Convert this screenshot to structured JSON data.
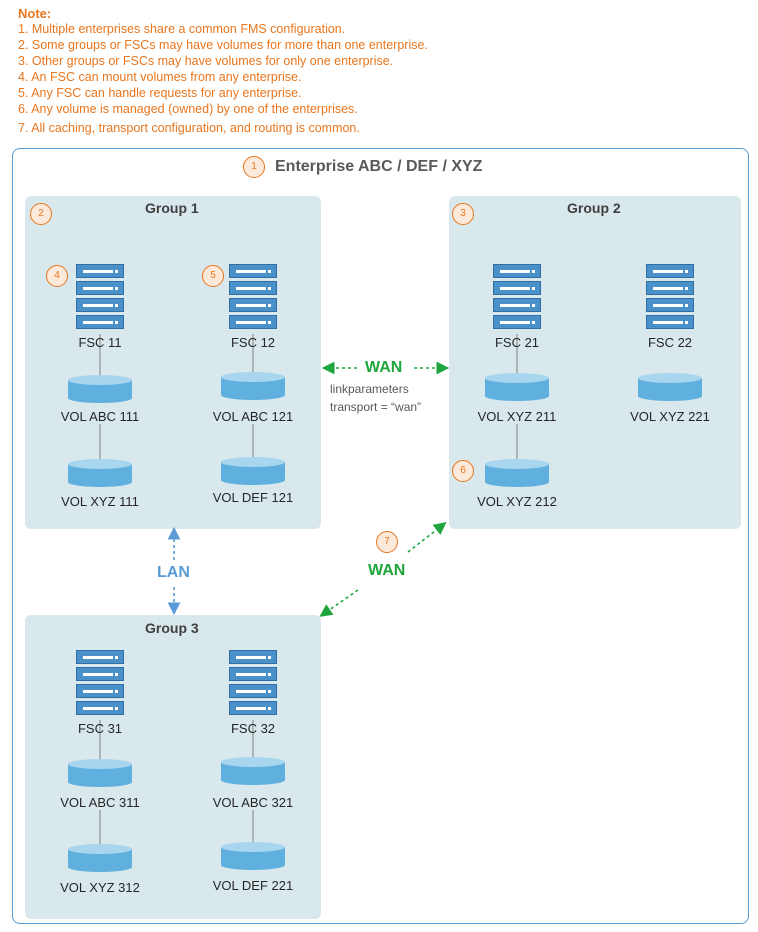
{
  "colors": {
    "note_orange": "#e8761e",
    "group_bg": "#d9e8ec",
    "enterprise_border": "#5b9bd5",
    "server_blue": "#4a90c9",
    "disk_blue": "#5fb0de",
    "wan_green": "#1ea63c",
    "lan_blue": "#5b9bd5"
  },
  "notes": {
    "title": "Note:",
    "items": [
      "1. Multiple enterprises share a common FMS configuration.",
      "2. Some groups or FSCs may have volumes for more than one enterprise.",
      "3. Other groups or FSCs may have volumes for only one enterprise.",
      "4. An FSC can mount volumes from any enterprise.",
      "5. Any FSC can handle requests for any enterprise.",
      "6. Any volume is managed (owned) by one of the enterprises.",
      "7. All caching, transport configuration, and routing is common."
    ]
  },
  "enterprise": {
    "badge": "1",
    "title": "Enterprise ABC / DEF / XYZ"
  },
  "groups": {
    "g1": {
      "title": "Group 1",
      "badge": "2"
    },
    "g2": {
      "title": "Group 2",
      "badge": "3"
    },
    "g3": {
      "title": "Group 3"
    }
  },
  "fsc": {
    "fsc11": {
      "label": "FSC 11",
      "badge": "4"
    },
    "fsc12": {
      "label": "FSC 12",
      "badge": "5"
    },
    "fsc21": {
      "label": "FSC 21"
    },
    "fsc22": {
      "label": "FSC 22"
    },
    "fsc31": {
      "label": "FSC 31"
    },
    "fsc32": {
      "label": "FSC 32"
    }
  },
  "vol": {
    "abc111": "VOL ABC 111",
    "xyz111": "VOL XYZ 111",
    "abc121": "VOL ABC 121",
    "def121": "VOL DEF 121",
    "xyz211": "VOL XYZ 211",
    "xyz212": {
      "label": "VOL XYZ 212",
      "badge": "6"
    },
    "xyz221": "VOL XYZ 221",
    "abc311": "VOL ABC 311",
    "xyz312": "VOL XYZ 312",
    "abc321": "VOL ABC 321",
    "def221": "VOL DEF 221"
  },
  "links": {
    "wan_top": "WAN",
    "linkparams": "linkparameters",
    "transport": "transport = “wan”",
    "lan": "LAN",
    "wan_bottom": "WAN",
    "wan_bottom_badge": "7"
  },
  "icons": {
    "server": "server-icon",
    "disk": "disk-volume-icon"
  }
}
